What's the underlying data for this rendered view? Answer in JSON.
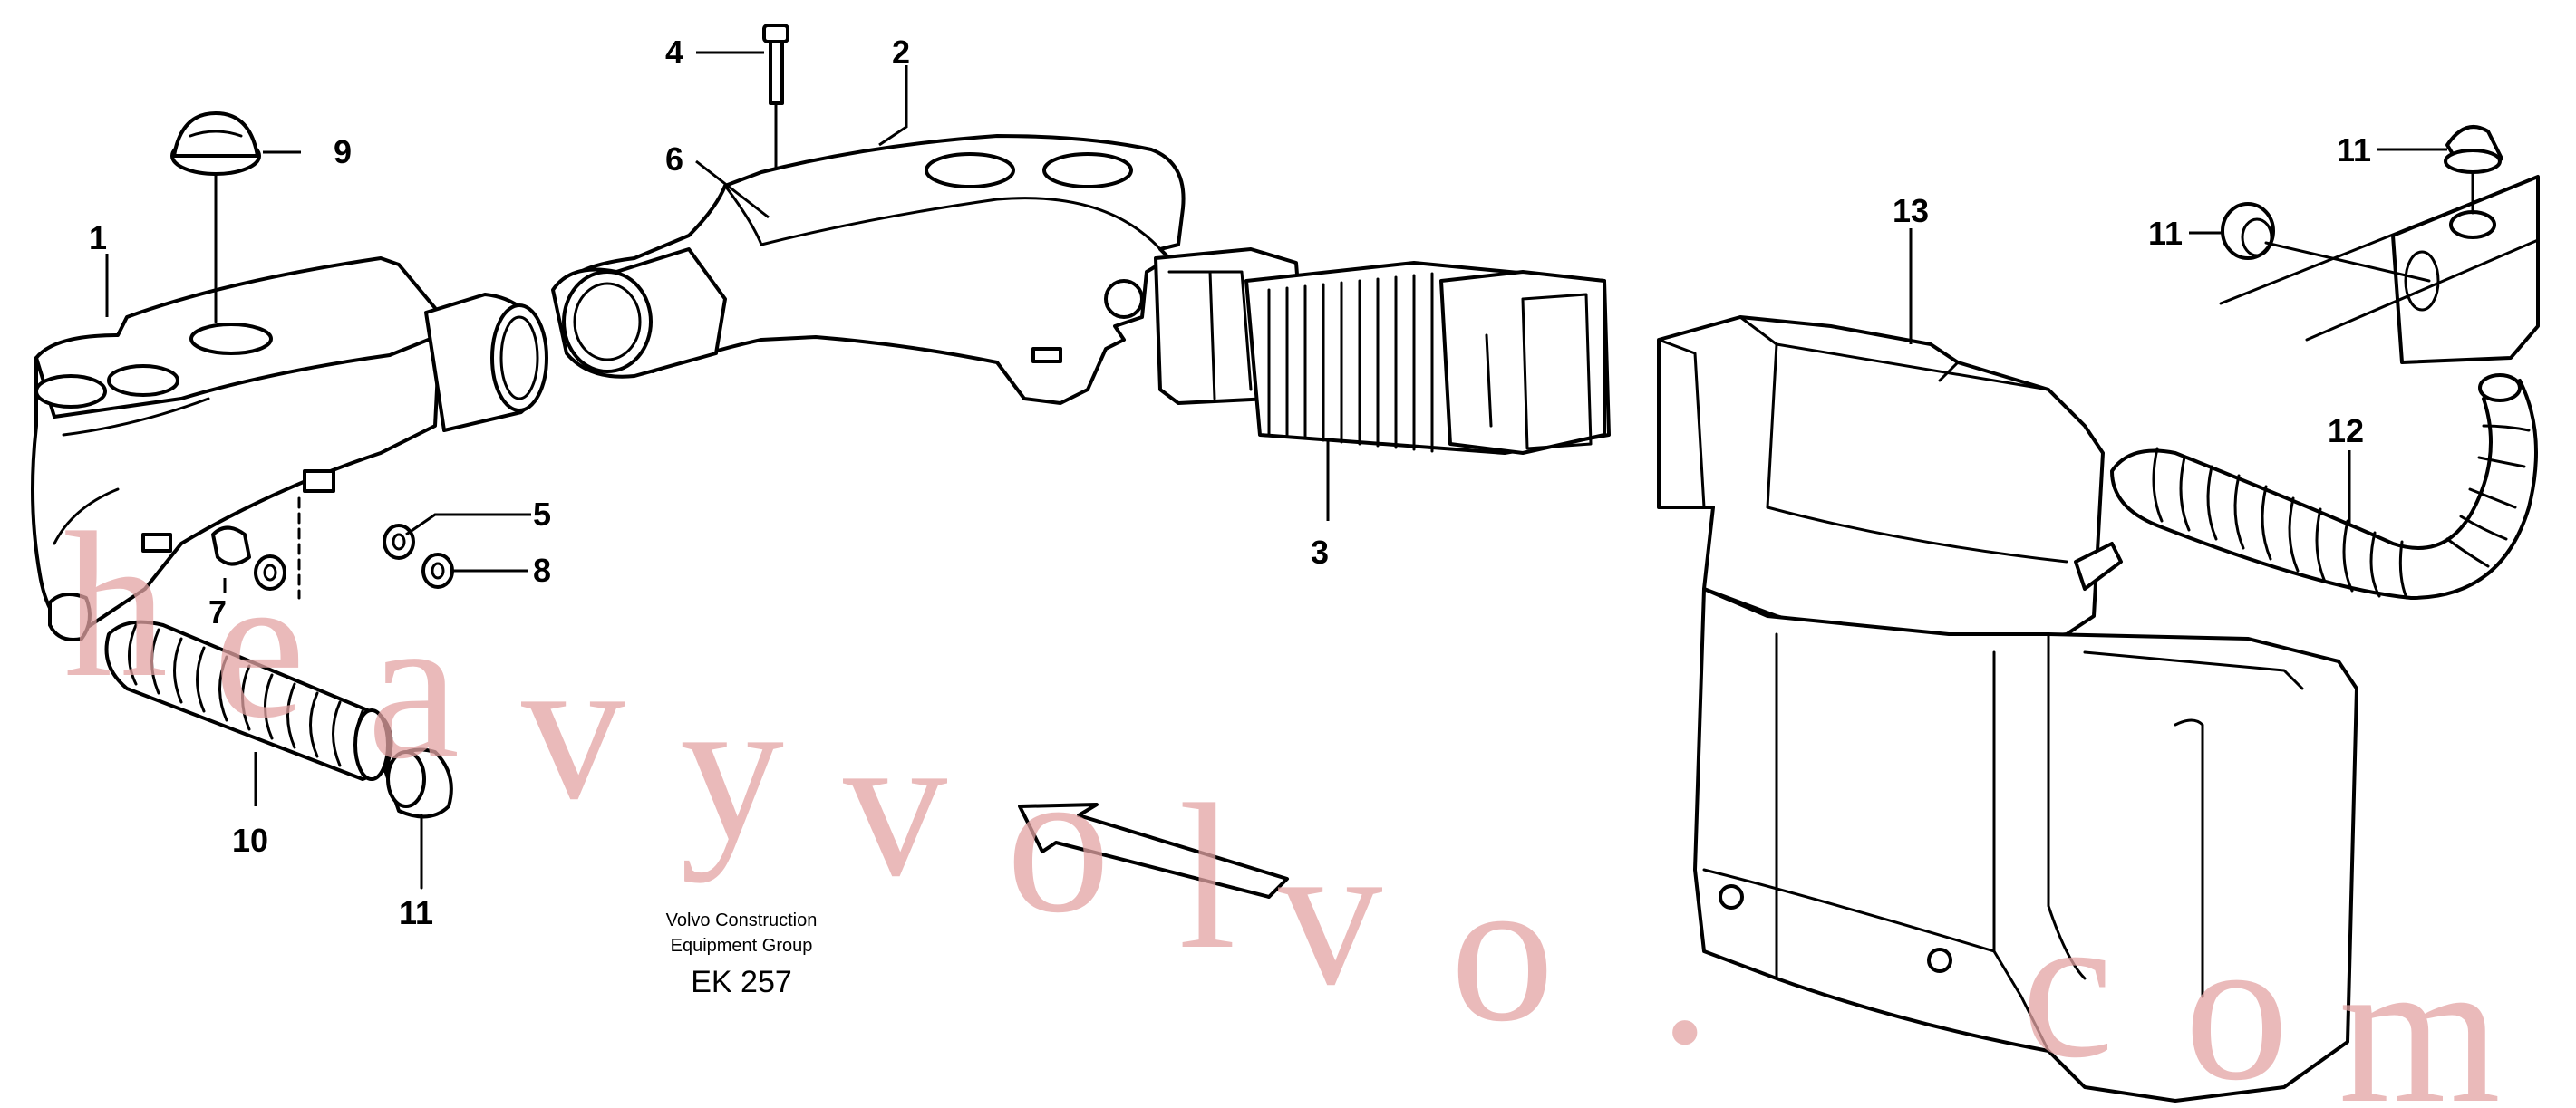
{
  "callouts": {
    "c1": "1",
    "c2": "2",
    "c3": "3",
    "c4": "4",
    "c5": "5",
    "c6": "6",
    "c7": "7",
    "c8": "8",
    "c9": "9",
    "c10": "10",
    "c11a": "11",
    "c11b": "11",
    "c11c": "11",
    "c12": "12",
    "c13": "13"
  },
  "caption": {
    "line1": "Volvo Construction",
    "line2": "Equipment Group",
    "code": "EK 257"
  },
  "watermark": [
    "h",
    "e",
    "a",
    "v",
    "y",
    "v",
    "o",
    "l",
    "v",
    "o",
    ".",
    "c",
    "o",
    "m"
  ],
  "colors": {
    "linework": "#000000",
    "watermark": "#e3a3a3",
    "background": "#ffffff"
  }
}
